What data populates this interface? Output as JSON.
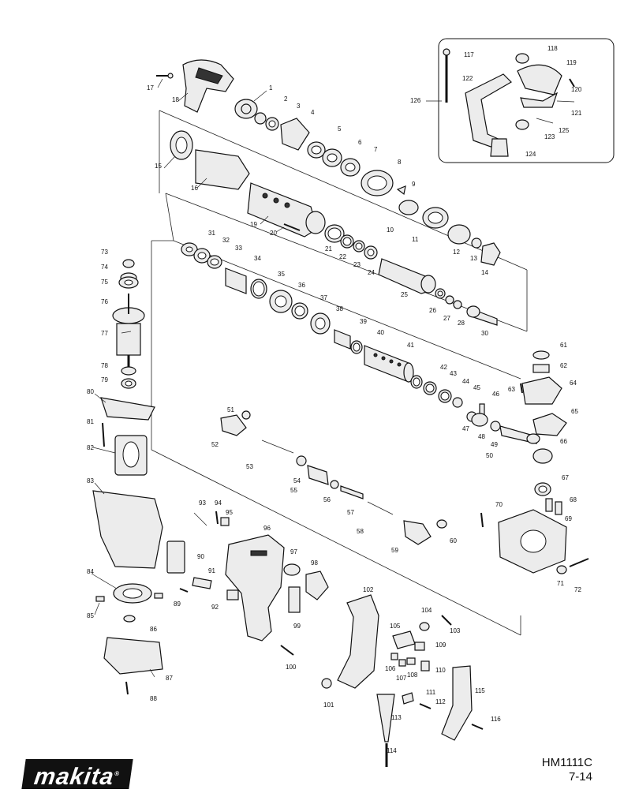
{
  "document": {
    "model_code": "HM1111C",
    "page_ref": "7-14"
  },
  "brand": {
    "logo_text": "makita",
    "registered_mark": "®"
  },
  "diagram": {
    "callouts": [
      "1",
      "2",
      "3",
      "4",
      "5",
      "6",
      "7",
      "8",
      "9",
      "10",
      "11",
      "12",
      "13",
      "14",
      "15",
      "16",
      "17",
      "18",
      "19",
      "20",
      "21",
      "22",
      "23",
      "24",
      "25",
      "26",
      "27",
      "28",
      "30",
      "31",
      "32",
      "33",
      "34",
      "35",
      "36",
      "37",
      "38",
      "39",
      "40",
      "41",
      "42",
      "43",
      "44",
      "45",
      "46",
      "47",
      "48",
      "49",
      "50",
      "51",
      "52",
      "53",
      "54",
      "55",
      "56",
      "57",
      "58",
      "59",
      "60",
      "61",
      "62",
      "63",
      "64",
      "65",
      "66",
      "67",
      "68",
      "69",
      "70",
      "71",
      "72",
      "73",
      "74",
      "75",
      "76",
      "77",
      "78",
      "79",
      "80",
      "81",
      "82",
      "83",
      "84",
      "85",
      "86",
      "87",
      "88",
      "89",
      "90",
      "91",
      "92",
      "93",
      "94",
      "95",
      "96",
      "97",
      "98",
      "99",
      "100",
      "101",
      "102",
      "103",
      "104",
      "105",
      "106",
      "107",
      "108",
      "109",
      "110",
      "111",
      "112",
      "113",
      "114",
      "115",
      "116",
      "117",
      "118",
      "119",
      "120",
      "121",
      "122",
      "123",
      "124",
      "125",
      "126"
    ]
  }
}
